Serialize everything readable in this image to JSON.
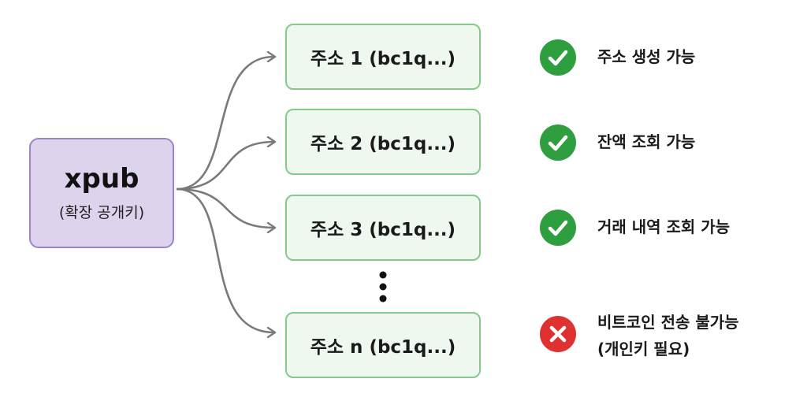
{
  "xpub": {
    "title": "xpub",
    "subtitle": "(확장 공개키)"
  },
  "addresses": [
    {
      "label": "주소 1 (bc1q...)"
    },
    {
      "label": "주소 2 (bc1q...)"
    },
    {
      "label": "주소 3 (bc1q...)"
    },
    {
      "label": "주소 n (bc1q...)"
    }
  ],
  "capabilities": [
    {
      "text": "주소 생성 가능",
      "status": "allowed",
      "icon": "check-circle-icon"
    },
    {
      "text": "잔액 조회 가능",
      "status": "allowed",
      "icon": "check-circle-icon"
    },
    {
      "text": "거래 내역 조회 가능",
      "status": "allowed",
      "icon": "check-circle-icon"
    },
    {
      "text": "비트코인 전송 불가능",
      "text_line2": "(개인키 필요)",
      "status": "denied",
      "icon": "x-circle-icon"
    }
  ],
  "colors": {
    "xpub_fill": "#ddd3ec",
    "xpub_border": "#9b83c9",
    "address_fill": "#eef8ee",
    "address_border": "#86c98c",
    "allowed": "#2e9e3f",
    "denied": "#e03131",
    "arrow": "#7a7a7a"
  }
}
